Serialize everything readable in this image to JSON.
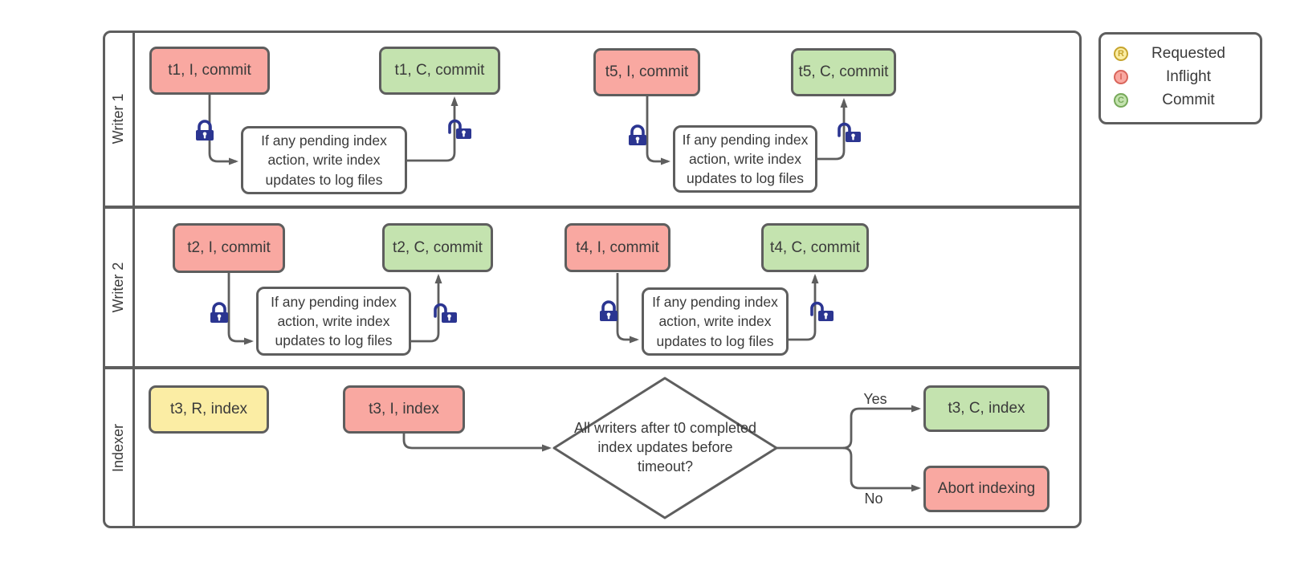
{
  "colors": {
    "border": "#5e5e5e",
    "line": "#5e5e5e",
    "text": "#3a3a3a",
    "inflight": "#f9a8a1",
    "commit": "#c4e3af",
    "requested": "#fbeda4",
    "inflight_badge": "#d9655b",
    "commit_badge": "#77a95a",
    "requested_badge": "#c6a42d",
    "lock": "#2b3591"
  },
  "lanes": [
    {
      "label": "Writer 1"
    },
    {
      "label": "Writer 2"
    },
    {
      "label": "Indexer"
    }
  ],
  "nodes": {
    "t1_i": "t1, I, commit",
    "t1_c": "t1, C, commit",
    "t5_i": "t5, I, commit",
    "t5_c": "t5, C, commit",
    "t2_i": "t2, I, commit",
    "t2_c": "t2, C, commit",
    "t4_i": "t4, I, commit",
    "t4_c": "t4, C, commit",
    "t3_r": "t3, R, index",
    "t3_i": "t3, I, index",
    "t3_c": "t3, C, index",
    "abort": "Abort indexing",
    "process": "If any pending index action, write index updates to log files",
    "decision": "All writers after t0 completed index updates before timeout?"
  },
  "branch": {
    "yes": "Yes",
    "no": "No"
  },
  "legend": {
    "items": [
      {
        "letter": "R",
        "label": "Requested"
      },
      {
        "letter": "I",
        "label": "Inflight"
      },
      {
        "letter": "C",
        "label": "Commit"
      }
    ]
  }
}
